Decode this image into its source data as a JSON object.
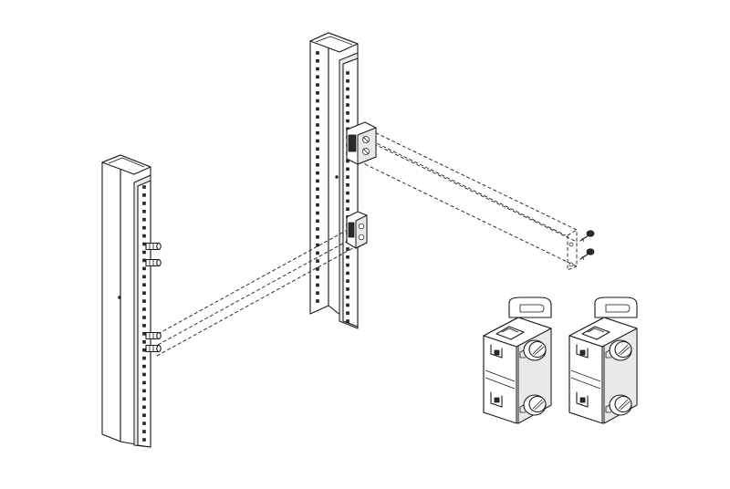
{
  "figure": {
    "left_rail": {
      "hole_count": 32
    },
    "right_rail": {
      "hole_count": 32
    },
    "detail_brackets": {
      "count": 2
    }
  }
}
